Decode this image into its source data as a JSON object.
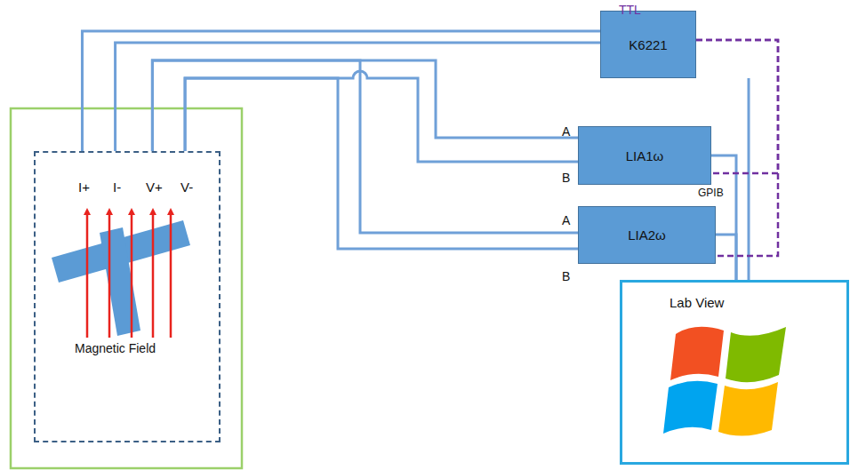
{
  "diagram": {
    "nodes": [
      {
        "text": [
          "I+",
          "I-",
          "V+",
          "V-",
          "Magnetic Field"
        ]
      },
      {
        "text": [
          "K6221"
        ]
      },
      {
        "text": [
          "LIA1ω"
        ]
      },
      {
        "text": [
          "LIA2ω"
        ]
      },
      {
        "text": [
          "Lab View"
        ]
      }
    ],
    "edges": [
      {
        "from": 0,
        "to": 1,
        "arrow": "none"
      },
      {
        "from": 0,
        "to": 1,
        "arrow": "none"
      },
      {
        "from": 0,
        "to": 2,
        "arrow": "none"
      },
      {
        "from": 0,
        "to": 3,
        "arrow": "none"
      },
      {
        "from": 0,
        "to": 2,
        "arrow": "none"
      },
      {
        "from": 0,
        "to": 3,
        "arrow": "none"
      },
      {
        "from": 1,
        "to": 4,
        "arrow": "none"
      },
      {
        "from": 2,
        "to": 4,
        "arrow": "none"
      },
      {
        "from": 3,
        "to": 4,
        "arrow": "none"
      },
      {
        "from": 1,
        "to": 2,
        "arrow": "none"
      },
      {
        "from": 1,
        "to": 3,
        "arrow": "none"
      }
    ],
    "labels": [
      "TTL",
      "A",
      "B",
      "GPIB",
      "A",
      "B"
    ]
  }
}
